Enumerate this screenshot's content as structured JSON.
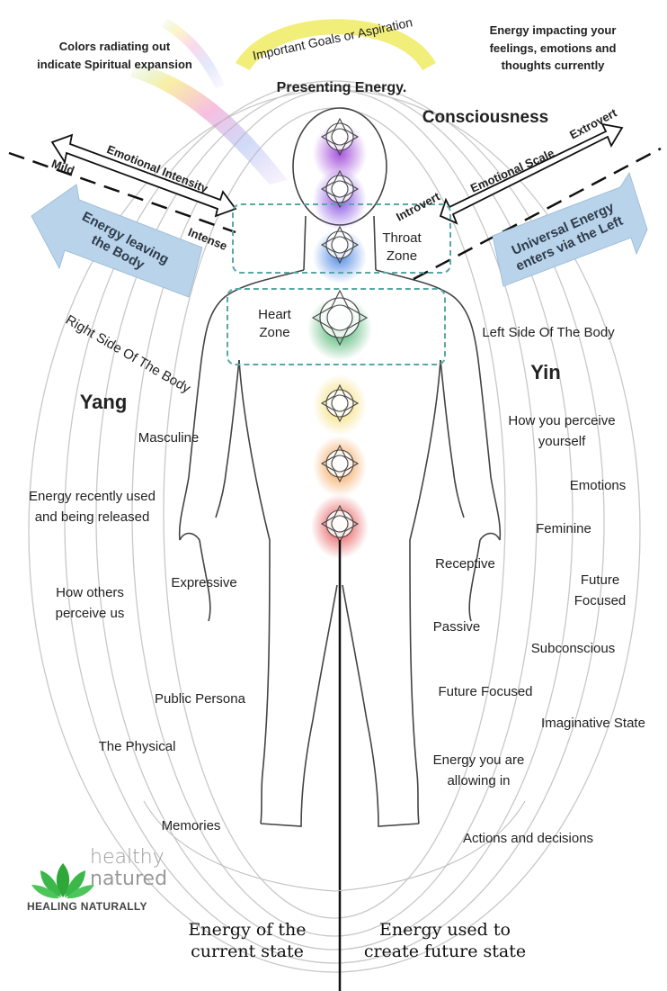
{
  "top": {
    "colors_note": "Colors radiating out indicate Spiritual expansion",
    "goals_banner": "Important Goals or Aspiration",
    "impact_note": "Energy impacting your feelings, emotions and thoughts currently",
    "presenting_energy": "Presenting Energy.",
    "consciousness": "Consciousness"
  },
  "scales": {
    "emotional_intensity": "Emotional Intensity",
    "mild": "Mild",
    "intense": "Intense",
    "emotional_scale": "Emotional Scale",
    "introvert": "Introvert",
    "extrovert": "Extrovert"
  },
  "arrows": {
    "leaving": "Energy leaving the Body",
    "universal": "Universal Energy enters via the Left"
  },
  "zones": {
    "throat": "Throat Zone",
    "heart": "Heart Zone"
  },
  "left_side": {
    "side_label": "Right Side Of The Body",
    "yang": "Yang",
    "masculine": "Masculine",
    "recent_energy": "Energy recently used and being released",
    "expressive": "Expressive",
    "others_perceive": "How others perceive us",
    "public_persona": "Public Persona",
    "physical": "The Physical",
    "memories": "Memories"
  },
  "right_side": {
    "side_label": "Left Side Of The Body",
    "yin": "Yin",
    "self_perceive": "How you perceive yourself",
    "emotions": "Emotions",
    "feminine": "Feminine",
    "receptive": "Receptive",
    "future_focused_1": "Future Focused",
    "passive": "Passive",
    "subconscious": "Subconscious",
    "future_focused_2": "Future Focused",
    "imaginative": "Imaginative State",
    "allowing_in": "Energy you are allowing in",
    "actions": "Actions and decisions"
  },
  "logo": {
    "line1": "healthy",
    "line2": "natured",
    "tagline": "HEALING NATURALLY"
  },
  "bottom": {
    "current_state": "Energy of the current state",
    "future_state": "Energy used to create future state"
  },
  "colors": {
    "arrow_fill": "#b9d4ea",
    "zone_border": "#5aa7a7",
    "chakras": [
      "#9b3fd8",
      "#7a3fe0",
      "#3f7fe0",
      "#2fa85a",
      "#f0d24a",
      "#f08a2a",
      "#e02a2a"
    ]
  }
}
